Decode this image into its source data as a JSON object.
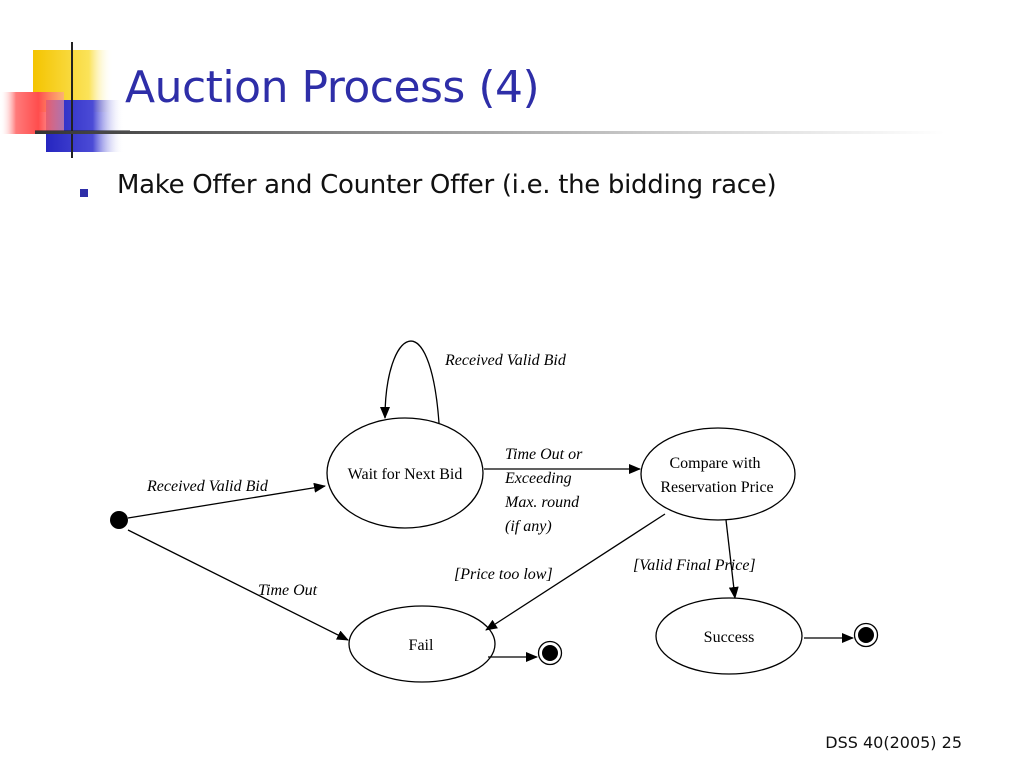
{
  "slide": {
    "title": "Auction Process (4)",
    "bullet": "Make Offer and Counter Offer (i.e. the bidding race)",
    "footer": "DSS 40(2005) 25"
  },
  "diagram": {
    "states": {
      "wait": "Wait for Next Bid",
      "compare_line1": "Compare with",
      "compare_line2": "Reservation Price",
      "fail": "Fail",
      "success": "Success"
    },
    "transitions": {
      "initial_to_wait": "Received Valid Bid",
      "wait_self_loop": "Received Valid Bid",
      "initial_to_fail": "Time Out",
      "wait_to_compare": [
        "Time Out or",
        "Exceeding",
        "Max. round",
        "(if any)"
      ],
      "compare_to_fail": "[Price too low]",
      "compare_to_success": "[Valid Final Price]"
    }
  },
  "colors": {
    "title": "#2e2ea8",
    "bullet": "#2e2ea8",
    "deco_yellow": "#f7d11e",
    "deco_blue": "#3535c8",
    "deco_red": "#ff5a5a"
  }
}
